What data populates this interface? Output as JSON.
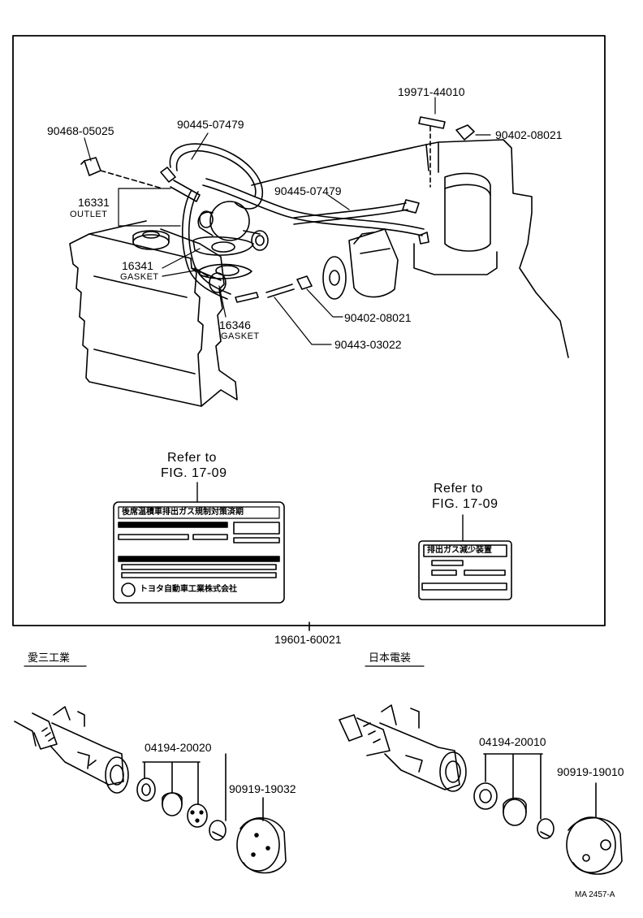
{
  "parts": {
    "p_90468": "90468-05025",
    "p_90445_top": "90445-07479",
    "p_19971": "19971-44010",
    "p_90402_top": "90402-08021",
    "p_90445_mid": "90445-07479",
    "p_16331": "16331",
    "outlet": "OUTLET",
    "p_16341": "16341",
    "gasket_1": "GASKET",
    "p_16346": "16346",
    "gasket_2": "GASKET",
    "p_90402_mid": "90402-08021",
    "p_90443": "90443-03022",
    "p_19601": "19601-60021",
    "p_04194_left": "04194-20020",
    "p_90919_left": "90919-19032",
    "p_04194_right": "04194-20010",
    "p_90919_right": "90919-19010"
  },
  "references": {
    "left_refer": "Refer to",
    "left_fig": "FIG. 17-09",
    "right_refer": "Refer to",
    "right_fig": "FIG. 17-09"
  },
  "plates": {
    "large_title": "後席温積車排出ガス規制対策済期",
    "large_company": "トヨタ自動車工業株式会社",
    "small_title": "排出ガス減少装置"
  },
  "makers": {
    "left": "愛三工業",
    "right": "日本電装"
  },
  "drawing_code": "MA 2457-A"
}
